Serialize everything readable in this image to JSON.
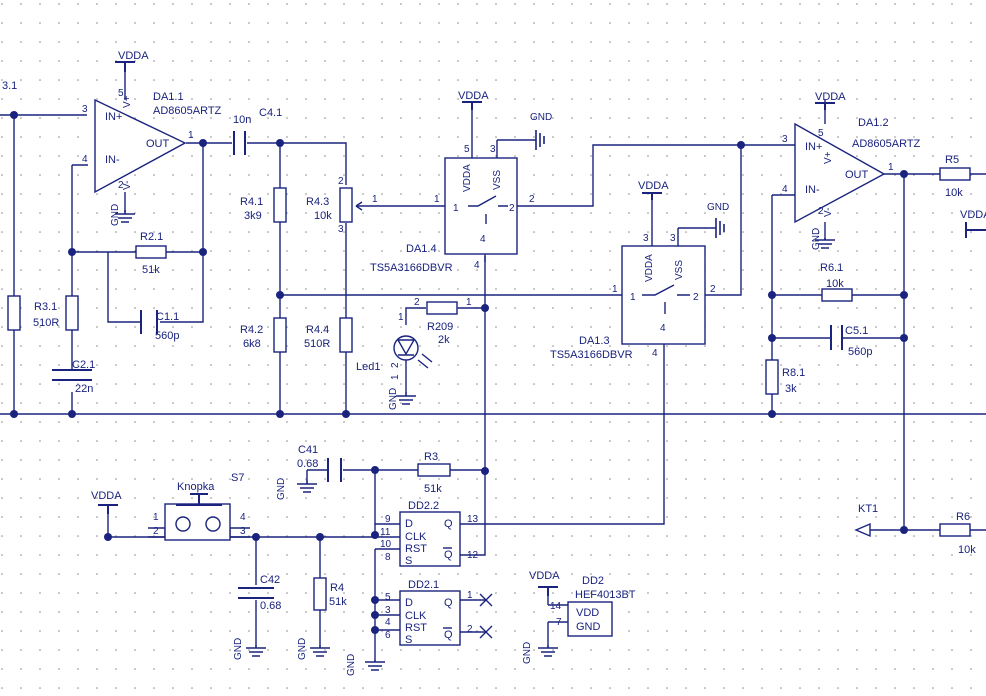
{
  "labels": {
    "vdda": "VDDA",
    "gnd": "GND",
    "in_plus": "IN+",
    "in_minus": "IN-",
    "out": "OUT",
    "v_plus": "V+",
    "v_minus": "V-",
    "vss": "VSS",
    "vdd": "VDD",
    "d": "D",
    "clk": "CLK",
    "rst": "RST",
    "s": "S",
    "q": "Q",
    "qbar": "Q"
  },
  "off_sheet_left": "3.1",
  "components": {
    "da11": {
      "ref": "DA1.1",
      "part": "AD8605ARTZ"
    },
    "da12": {
      "ref": "DA1.2",
      "part": "AD8605ARTZ"
    },
    "da13": {
      "ref": "DA1.3",
      "part": "TS5A3166DBVR"
    },
    "da14": {
      "ref": "DA1.4",
      "part": "TS5A3166DBVR"
    },
    "c41": {
      "ref": "C4.1",
      "value": "10n"
    },
    "r21": {
      "ref": "R2.1",
      "value": "51k"
    },
    "c11": {
      "ref": "C1.1",
      "value": "560p"
    },
    "r31": {
      "ref": "R3.1",
      "value": "510R"
    },
    "c21": {
      "ref": "C2.1",
      "value": "22n"
    },
    "r41": {
      "ref": "R4.1",
      "value": "3k9"
    },
    "r42": {
      "ref": "R4.2",
      "value": "6k8"
    },
    "r43": {
      "ref": "R4.3",
      "value": "10k"
    },
    "r44": {
      "ref": "R4.4",
      "value": "510R"
    },
    "r209": {
      "ref": "R209",
      "value": "2k"
    },
    "led1": {
      "ref": "Led1"
    },
    "r5": {
      "ref": "R5",
      "value": "10k"
    },
    "r61": {
      "ref": "R6.1",
      "value": "10k"
    },
    "c51": {
      "ref": "C5.1",
      "value": "560p"
    },
    "r81": {
      "ref": "R8.1",
      "value": "3k"
    },
    "c41b": {
      "ref": "C41",
      "value": "0.68"
    },
    "r3": {
      "ref": "R3",
      "value": "51k"
    },
    "s7": {
      "ref": "S7",
      "label": "Knopka"
    },
    "c42": {
      "ref": "C42",
      "value": "0.68"
    },
    "r4": {
      "ref": "R4",
      "value": "51k"
    },
    "dd22": {
      "ref": "DD2.2"
    },
    "dd21": {
      "ref": "DD2.1"
    },
    "dd2": {
      "ref": "DD2",
      "part": "HEF4013BT"
    },
    "kt1": {
      "ref": "KT1"
    },
    "r6": {
      "ref": "R6",
      "value": "10k"
    }
  }
}
